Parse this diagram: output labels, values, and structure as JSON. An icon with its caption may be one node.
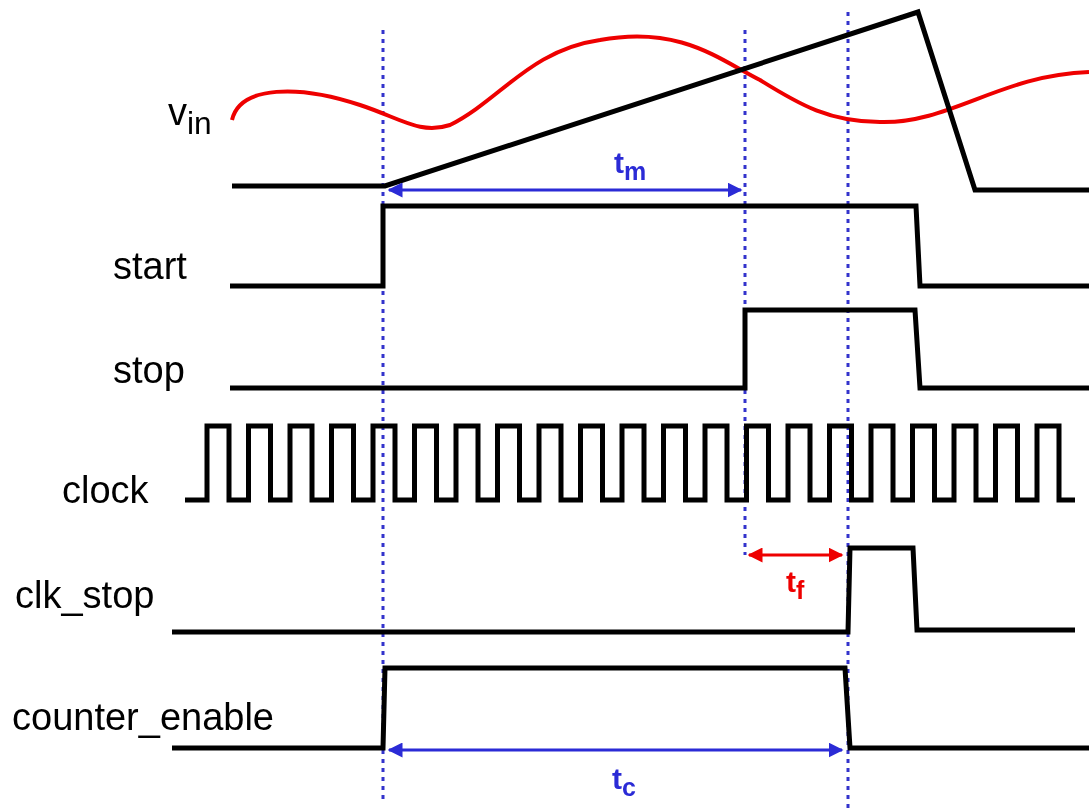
{
  "diagram": {
    "labels": [
      "v$_{in}$",
      "t$_{m}$",
      "start",
      "stop",
      "clock",
      "t$_{f}$",
      "clk_stop",
      "counter_enable",
      "t$_{c}$"
    ]
  }
}
